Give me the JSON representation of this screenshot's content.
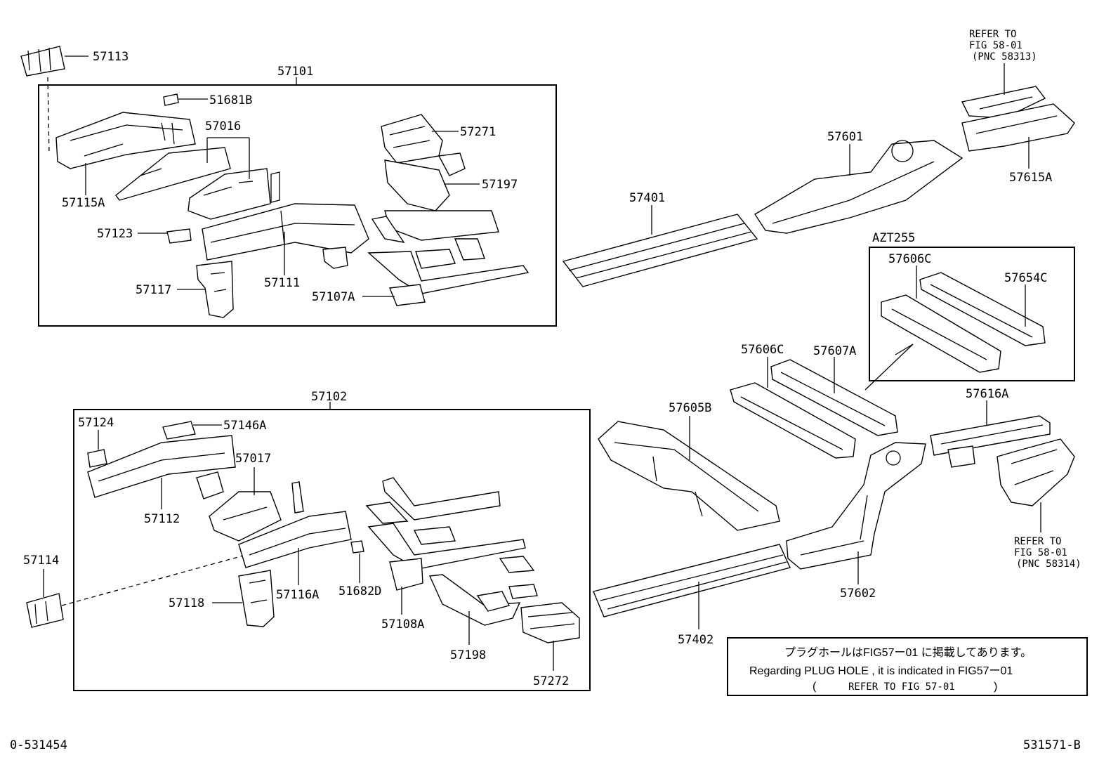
{
  "group_boxes": {
    "upper": "57101",
    "lower": "57102",
    "variant": "AZT255"
  },
  "labels": {
    "p57113": "57113",
    "p51681B": "51681B",
    "p57016": "57016",
    "p57115A": "57115A",
    "p57123": "57123",
    "p57117": "57117",
    "p57111": "57111",
    "p57107A": "57107A",
    "p57271": "57271",
    "p57197": "57197",
    "p57401": "57401",
    "p57601": "57601",
    "p57615A": "57615A",
    "p57606C_box": "57606C",
    "p57654C": "57654C",
    "p57606C": "57606C",
    "p57607A": "57607A",
    "p57616A": "57616A",
    "p57605B": "57605B",
    "p57124": "57124",
    "p57146A": "57146A",
    "p57017": "57017",
    "p57112": "57112",
    "p57114": "57114",
    "p57118": "57118",
    "p57116A": "57116A",
    "p51682D": "51682D",
    "p57108A": "57108A",
    "p57198": "57198",
    "p57272": "57272",
    "p57402": "57402",
    "p57602": "57602"
  },
  "refer_top": {
    "line1": "REFER TO",
    "line2": "FIG 58-01",
    "line3": "(PNC 58313)"
  },
  "refer_bottom": {
    "line1": "REFER TO",
    "line2": "FIG 58-01",
    "line3": "(PNC 58314)"
  },
  "note_box": {
    "japanese": "プラグホールはFIG57ー01 に掲載してあります。",
    "english": "Regarding PLUG HOLE , it is indicated in FIG57ー01",
    "paren_open": "(",
    "refer": "REFER TO FIG 57-01",
    "paren_close": ")"
  },
  "footer": {
    "left": "0-531454",
    "right": "531571-B"
  }
}
